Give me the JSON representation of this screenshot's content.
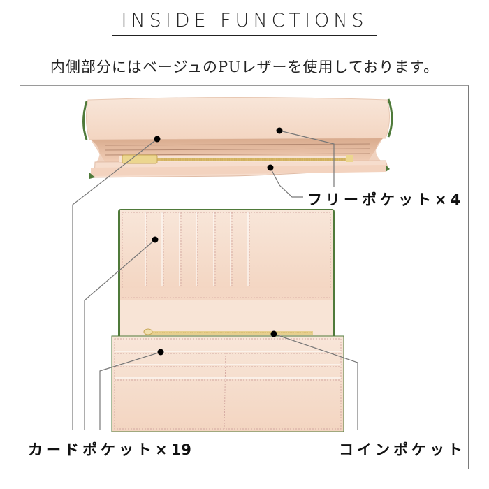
{
  "header": {
    "title": "INSIDE FUNCTIONS",
    "subtitle": "内側部分にはベージュのPUレザーを使用しております。"
  },
  "callouts": {
    "free_pocket": {
      "text": "フリーポケット×",
      "count": "4"
    },
    "card_pocket": {
      "text": "カードポケット×",
      "count": "19"
    },
    "coin_pocket": {
      "text": "コインポケット"
    }
  },
  "colors": {
    "leather_beige": "#f6dccb",
    "leather_shadow": "#e3bba3",
    "edge_green": "#4f7a3a",
    "zipper_gold": "#d9b96a",
    "frame_gray": "#7a7a7a",
    "leader_line": "#777777"
  }
}
